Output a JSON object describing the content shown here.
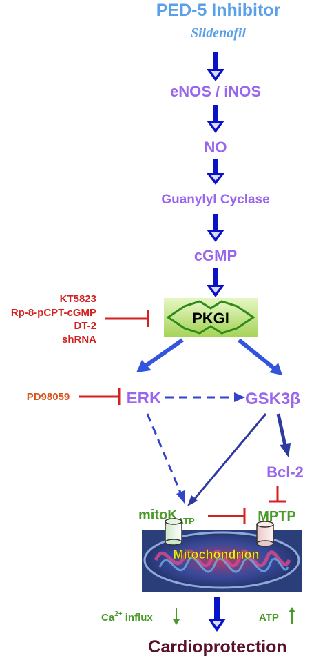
{
  "title": "PED-5 Inhibitor",
  "subtitle": "Sildenafil",
  "nodes": {
    "enos": "eNOS / iNOS",
    "no": "NO",
    "gc": "Guanylyl Cyclase",
    "cgmp": "cGMP",
    "pkg": "PKGI",
    "erk": "ERK",
    "gsk": "GSK3β",
    "bcl2": "Bcl-2",
    "mito_k_main": "mitoK",
    "mito_k_sub": "ATP",
    "mptp": "MPTP",
    "mitochondrion": "Mitochondrion",
    "cardioprotection": "Cardioprotection"
  },
  "pkg_inhibitors": [
    "KT5823",
    "Rp-8-pCPT-cGMP",
    "DT-2",
    "shRNA"
  ],
  "erk_inhibitor": "PD98059",
  "effects": {
    "ca_prefix": "Ca",
    "ca_sup": "2+",
    "ca_suffix": " influx",
    "atp": "ATP"
  },
  "colors": {
    "title": "#5aa0e8",
    "node": "#9966ee",
    "arrow_dark": "#0a12c8",
    "arrow_mid": "#3344cc",
    "inhibitor": "#d42020",
    "erk_inhibitor": "#d8541c",
    "green": "#4a9a2a",
    "cardio": "#5a0f2a"
  }
}
